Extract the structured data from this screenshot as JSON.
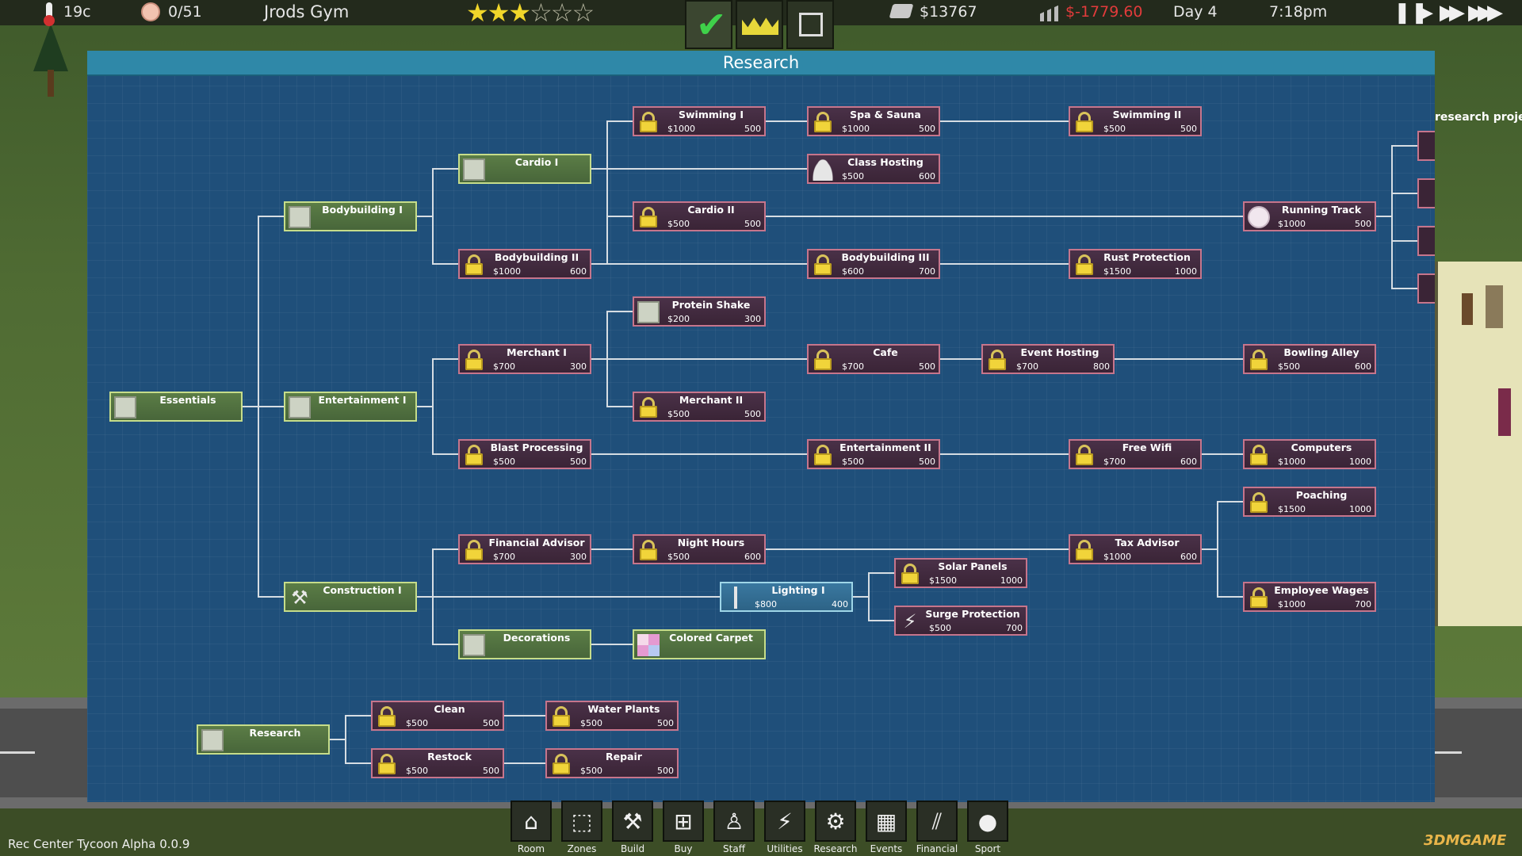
{
  "statusbar": {
    "temperature": "19c",
    "occupancy": "0/51",
    "gym_name": "Jrods Gym",
    "rating": 3,
    "rating_max": 6,
    "money": "$13767",
    "profit": "$-1779.60",
    "day": "Day 4",
    "time": "7:18pm",
    "speed_controls": [
      "pause",
      "play",
      "fast",
      "fastest"
    ],
    "tabs": [
      {
        "icon": "checkmark-icon",
        "active": true
      },
      {
        "icon": "crown-icon",
        "active": false
      },
      {
        "icon": "frame-icon",
        "active": false
      }
    ]
  },
  "research_panel": {
    "title": "Research",
    "side_text": "research project",
    "nodes": [
      {
        "id": "essentials",
        "name": "Essentials",
        "cost": "",
        "points": "",
        "state": "done",
        "icon": "essentials-icon"
      },
      {
        "id": "bodybuilding1",
        "name": "Bodybuilding I",
        "cost": "",
        "points": "",
        "state": "done",
        "icon": "rack-icon"
      },
      {
        "id": "entertainment1",
        "name": "Entertainment I",
        "cost": "",
        "points": "",
        "state": "done",
        "icon": "arcade-icon"
      },
      {
        "id": "construction1",
        "name": "Construction I",
        "cost": "",
        "points": "",
        "state": "done",
        "icon": "tools-icon"
      },
      {
        "id": "cardio1",
        "name": "Cardio I",
        "cost": "",
        "points": "",
        "state": "done",
        "icon": "bike-icon"
      },
      {
        "id": "bodybuilding2",
        "name": "Bodybuilding II",
        "cost": "$1000",
        "points": "600",
        "state": "locked",
        "icon": "lock-icon"
      },
      {
        "id": "merchant1",
        "name": "Merchant I",
        "cost": "$700",
        "points": "300",
        "state": "locked",
        "icon": "lock-icon"
      },
      {
        "id": "blastprocessing",
        "name": "Blast Processing",
        "cost": "$500",
        "points": "500",
        "state": "locked",
        "icon": "lock-icon"
      },
      {
        "id": "financialadvisor",
        "name": "Financial Advisor",
        "cost": "$700",
        "points": "300",
        "state": "locked",
        "icon": "lock-icon"
      },
      {
        "id": "decorations",
        "name": "Decorations",
        "cost": "",
        "points": "",
        "state": "done",
        "icon": "plant-icon"
      },
      {
        "id": "swimming1",
        "name": "Swimming I",
        "cost": "$1000",
        "points": "500",
        "state": "locked",
        "icon": "lock-icon"
      },
      {
        "id": "cardio2",
        "name": "Cardio II",
        "cost": "$500",
        "points": "500",
        "state": "locked",
        "icon": "lock-icon"
      },
      {
        "id": "proteinshake",
        "name": "Protein Shake",
        "cost": "$200",
        "points": "300",
        "state": "locked",
        "icon": "shake-icon"
      },
      {
        "id": "merchant2",
        "name": "Merchant II",
        "cost": "$500",
        "points": "500",
        "state": "locked",
        "icon": "lock-icon"
      },
      {
        "id": "nighthours",
        "name": "Night Hours",
        "cost": "$500",
        "points": "600",
        "state": "locked",
        "icon": "lock-icon"
      },
      {
        "id": "coloredcarpet",
        "name": "Colored Carpet",
        "cost": "",
        "points": "",
        "state": "done",
        "icon": "carpet-icon"
      },
      {
        "id": "lighting1",
        "name": "Lighting I",
        "cost": "$800",
        "points": "400",
        "state": "available",
        "icon": "light-bar-icon"
      },
      {
        "id": "spasauna",
        "name": "Spa & Sauna",
        "cost": "$1000",
        "points": "500",
        "state": "locked",
        "icon": "lock-icon"
      },
      {
        "id": "classhosting",
        "name": "Class Hosting",
        "cost": "$500",
        "points": "600",
        "state": "locked",
        "icon": "instructor-icon"
      },
      {
        "id": "bodybuilding3",
        "name": "Bodybuilding III",
        "cost": "$600",
        "points": "700",
        "state": "locked",
        "icon": "lock-icon"
      },
      {
        "id": "cafe",
        "name": "Cafe",
        "cost": "$700",
        "points": "500",
        "state": "locked",
        "icon": "lock-icon"
      },
      {
        "id": "entertainment2",
        "name": "Entertainment II",
        "cost": "$500",
        "points": "500",
        "state": "locked",
        "icon": "lock-icon"
      },
      {
        "id": "eventhosting",
        "name": "Event Hosting",
        "cost": "$700",
        "points": "800",
        "state": "locked",
        "icon": "lock-icon"
      },
      {
        "id": "solarpanels",
        "name": "Solar Panels",
        "cost": "$1500",
        "points": "1000",
        "state": "locked",
        "icon": "lock-icon"
      },
      {
        "id": "surgeprotection",
        "name": "Surge Protection",
        "cost": "$500",
        "points": "700",
        "state": "locked",
        "icon": "bolt-icon"
      },
      {
        "id": "swimming2",
        "name": "Swimming II",
        "cost": "$500",
        "points": "500",
        "state": "locked",
        "icon": "lock-icon"
      },
      {
        "id": "rustprotection",
        "name": "Rust Protection",
        "cost": "$1500",
        "points": "1000",
        "state": "locked",
        "icon": "lock-icon"
      },
      {
        "id": "freewifi",
        "name": "Free Wifi",
        "cost": "$700",
        "points": "600",
        "state": "locked",
        "icon": "lock-icon"
      },
      {
        "id": "taxadvisor",
        "name": "Tax Advisor",
        "cost": "$1000",
        "points": "600",
        "state": "locked",
        "icon": "lock-icon"
      },
      {
        "id": "runningtrack",
        "name": "Running Track",
        "cost": "$1000",
        "points": "500",
        "state": "locked",
        "icon": "track-icon"
      },
      {
        "id": "bowlingalley",
        "name": "Bowling Alley",
        "cost": "$500",
        "points": "600",
        "state": "locked",
        "icon": "lock-icon"
      },
      {
        "id": "computers",
        "name": "Computers",
        "cost": "$1000",
        "points": "1000",
        "state": "locked",
        "icon": "lock-icon"
      },
      {
        "id": "poaching",
        "name": "Poaching",
        "cost": "$1500",
        "points": "1000",
        "state": "locked",
        "icon": "lock-icon"
      },
      {
        "id": "employeewages",
        "name": "Employee Wages",
        "cost": "$1000",
        "points": "700",
        "state": "locked",
        "icon": "lock-icon"
      },
      {
        "id": "research",
        "name": "Research",
        "cost": "",
        "points": "",
        "state": "done",
        "icon": "research-desk-icon"
      },
      {
        "id": "clean",
        "name": "Clean",
        "cost": "$500",
        "points": "500",
        "state": "locked",
        "icon": "lock-icon"
      },
      {
        "id": "restock",
        "name": "Restock",
        "cost": "$500",
        "points": "500",
        "state": "locked",
        "icon": "lock-icon"
      },
      {
        "id": "waterplants",
        "name": "Water Plants",
        "cost": "$500",
        "points": "500",
        "state": "locked",
        "icon": "lock-icon"
      },
      {
        "id": "repair",
        "name": "Repair",
        "cost": "$500",
        "points": "500",
        "state": "locked",
        "icon": "lock-icon"
      }
    ]
  },
  "toolbar": {
    "items": [
      {
        "label": "Room",
        "icon": "room-icon"
      },
      {
        "label": "Zones",
        "icon": "zones-icon"
      },
      {
        "label": "Build",
        "icon": "build-icon"
      },
      {
        "label": "Buy",
        "icon": "cart-icon"
      },
      {
        "label": "Staff",
        "icon": "staff-icon"
      },
      {
        "label": "Utilities",
        "icon": "lightning-icon"
      },
      {
        "label": "Research",
        "icon": "research-gear-icon"
      },
      {
        "label": "Events",
        "icon": "calendar-icon"
      },
      {
        "label": "Financial",
        "icon": "chart-icon"
      },
      {
        "label": "Sport",
        "icon": "sport-icon"
      }
    ]
  },
  "footer": {
    "version": "Rec Center Tycoon Alpha 0.0.9",
    "watermark": "3DMGAME"
  }
}
